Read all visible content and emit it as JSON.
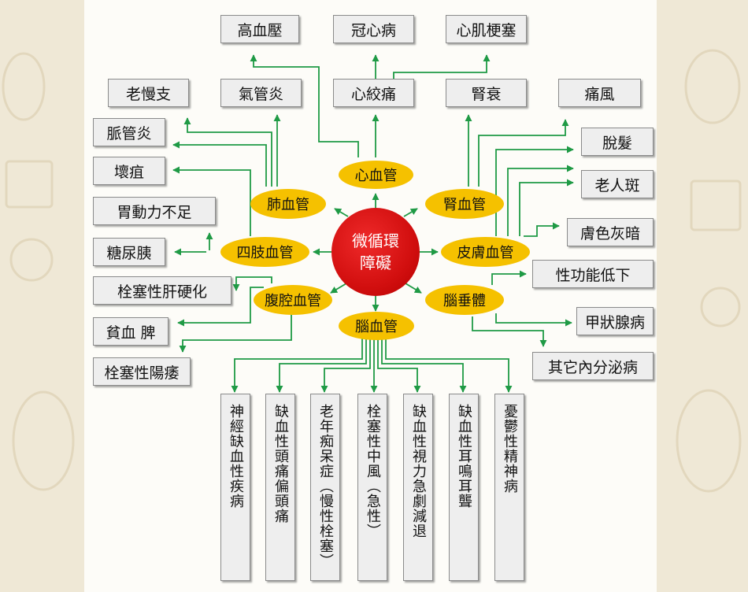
{
  "center": {
    "line1": "微循環",
    "line2": "障礙"
  },
  "vessels": {
    "heart": "心血管",
    "lung": "肺血管",
    "kidney": "腎血管",
    "limbs": "四肢血管",
    "skin": "皮膚血管",
    "abdomen": "腹腔血管",
    "pituitary": "腦垂體",
    "brain": "腦血管"
  },
  "diseases": {
    "hypertension": "高血壓",
    "coronary": "冠心病",
    "infarction": "心肌梗塞",
    "bronchitis": "老慢支",
    "tracheitis": "氣管炎",
    "angina": "心絞痛",
    "renal_failure": "腎衰",
    "gout": "痛風",
    "vasculitis": "脈管炎",
    "gangrene": "壞疽",
    "gastric": "胃動力不足",
    "diabetes": "糖尿胰",
    "cirrhosis": "栓塞性肝硬化",
    "anemia_spleen": "貧血 脾",
    "impotence": "栓塞性陽痿",
    "hair_loss": "脫髮",
    "age_spots": "老人斑",
    "dull_skin": "膚色灰暗",
    "hypofunction": "性功能低下",
    "thyroid": "甲狀腺病",
    "endocrine": "其它內分泌病"
  },
  "brain_diseases": [
    "神經缺血性疾病",
    "缺血性頭痛偏頭痛",
    "老年痴呆症︵慢性栓塞︶",
    "栓塞性中風︵急性︶",
    "缺血性視力急劇減退",
    "缺血性耳鳴耳聾",
    "憂鬱性精神病"
  ],
  "colors": {
    "arrow": "#1f9a45",
    "center_red": "#d20f0f",
    "vessel_yellow": "#f5c100",
    "box_fill": "#eeeeee",
    "background": "#efe8d6"
  }
}
